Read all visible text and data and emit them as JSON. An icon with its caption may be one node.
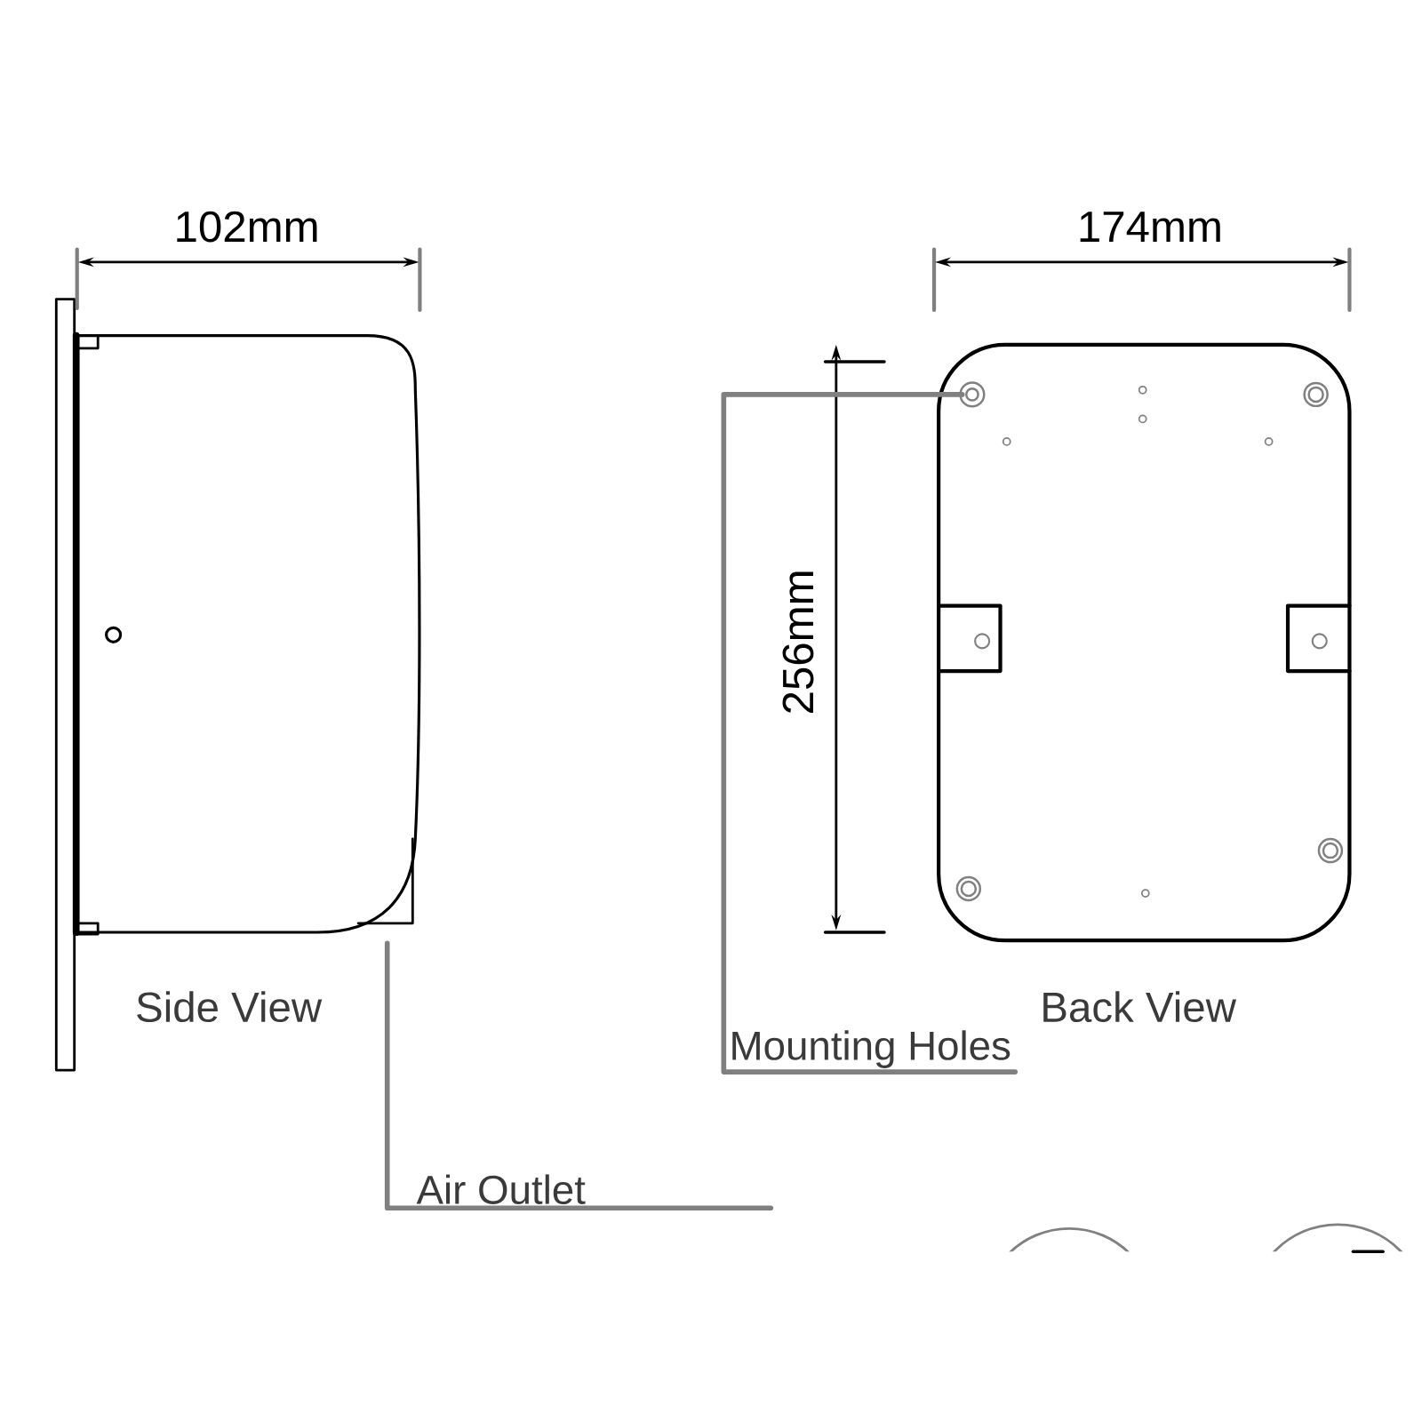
{
  "diagram": {
    "nodes": [
      {
        "text": [
          "Mounting Holes"
        ]
      },
      {
        "text": [],
        "shape": "circle"
      },
      {
        "text": [
          "Air Outlet"
        ]
      }
    ],
    "edges": [
      {
        "from": 0,
        "to": 1,
        "arrow": "none"
      },
      {
        "from": 2,
        "to": null,
        "arrow": "none"
      }
    ],
    "labels": [
      "102mm",
      "174mm",
      "256mm",
      "Side View",
      "Back View"
    ]
  }
}
